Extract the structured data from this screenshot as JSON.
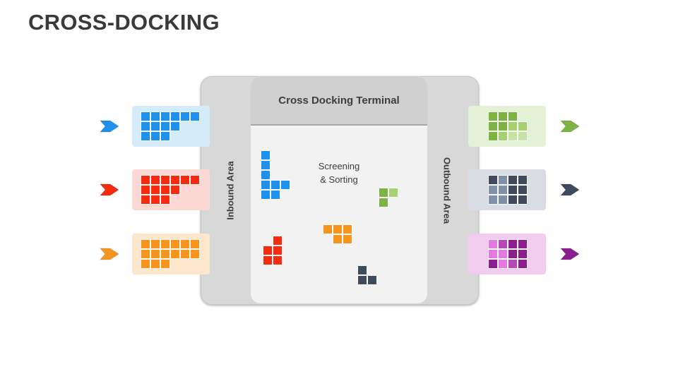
{
  "title": "CROSS-DOCKING",
  "terminal": {
    "header": "Cross Docking Terminal",
    "inbound_label": "Inbound Area",
    "outbound_label": "Outbound Area",
    "screening_line1": "Screening",
    "screening_line2": "& Sorting"
  },
  "colors": {
    "blue": "#1e90ee",
    "blue_light": "#d3ebfb",
    "red": "#f82a10",
    "red_light": "#fbd8d3",
    "orange": "#f7941d",
    "orange_light": "#fde7cc",
    "green": "#7cb342",
    "green_light": "#e3f1d5",
    "slate": "#3f4a5c",
    "slate_light": "#d9dde3",
    "purple": "#8b1e8c",
    "purple_light": "#f2cbf1"
  },
  "inbound_items": [
    {
      "name": "blue-inbound",
      "color_key": "blue"
    },
    {
      "name": "red-inbound",
      "color_key": "red"
    },
    {
      "name": "orange-inbound",
      "color_key": "orange"
    }
  ],
  "outbound_items": [
    {
      "name": "green-outbound",
      "color_key": "green"
    },
    {
      "name": "slate-outbound",
      "color_key": "slate"
    },
    {
      "name": "purple-outbound",
      "color_key": "purple"
    }
  ],
  "icons": [
    "inbound-arrow-icon",
    "outbound-arrow-icon",
    "package-block-icon"
  ]
}
